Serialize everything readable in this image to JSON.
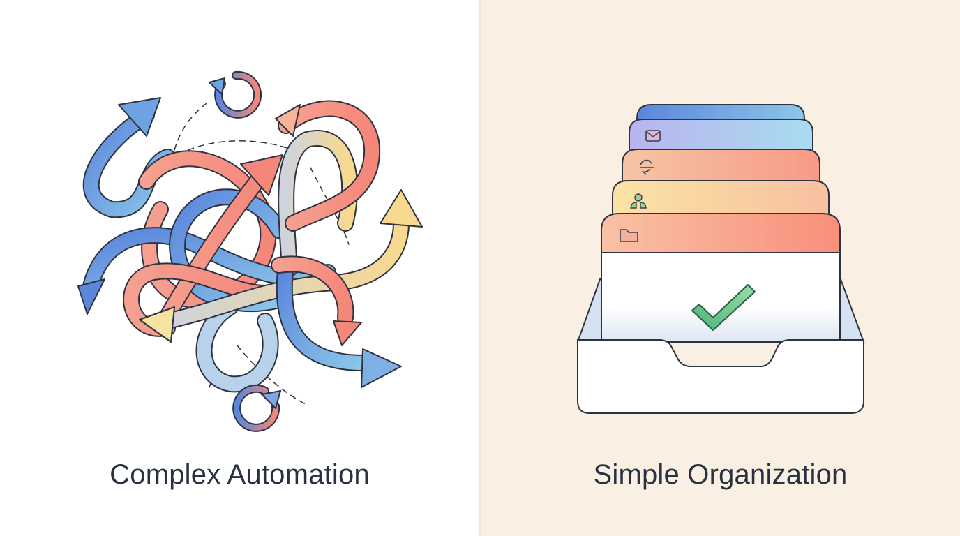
{
  "left_panel": {
    "caption": "Complex Automation",
    "background": "#ffffff",
    "illustration": "tangled-arrows",
    "icons": [
      "cycle-arrow-icon",
      "cycle-arrow-icon"
    ]
  },
  "right_panel": {
    "caption": "Simple Organization",
    "background": "#f9efe2",
    "illustration": "file-tray",
    "folders": [
      {
        "tab": 1,
        "icon": "none",
        "colors": [
          "#5b86dc",
          "#8cc6e8"
        ]
      },
      {
        "tab": 2,
        "icon": "mail-icon",
        "colors": [
          "#b9b4ee",
          "#a8dcf0"
        ]
      },
      {
        "tab": 3,
        "icon": "sync-icon",
        "colors": [
          "#f6b99a",
          "#f79a86"
        ]
      },
      {
        "tab": 4,
        "icon": "user-icon",
        "colors": [
          "#fbe3a5",
          "#f8c0a0"
        ]
      },
      {
        "tab": 5,
        "icon": "folder-icon",
        "colors": [
          "#f9bea0",
          "#f88f7c"
        ]
      }
    ],
    "status_icon": "check-icon",
    "check_color": "#5cc486"
  },
  "colors": {
    "text": "#273142",
    "outline": "#2d3340",
    "blue": "#5b86dc",
    "coral": "#f5877a",
    "yellow": "#f8d98e"
  }
}
